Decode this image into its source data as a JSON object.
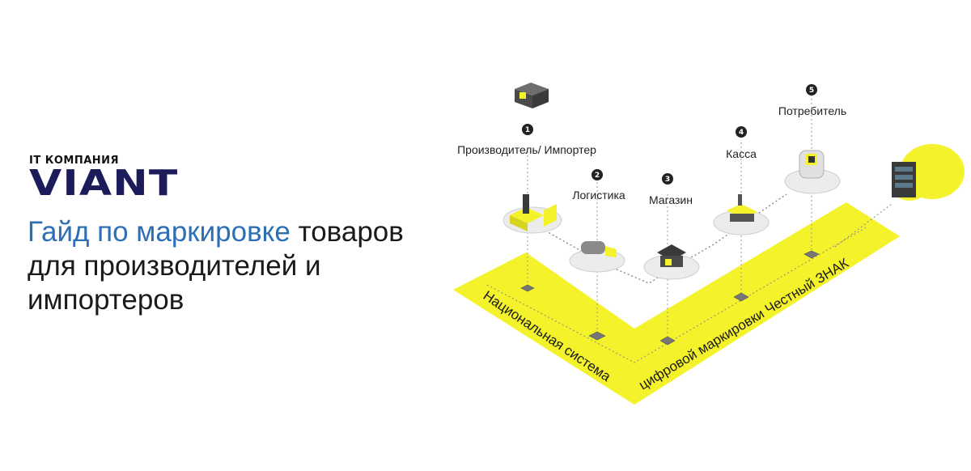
{
  "logo": {
    "subtitle": "IT КОМПАНИЯ",
    "name": "VIANT"
  },
  "headline": {
    "accent": "Гайд по маркировке",
    "rest_line1": " товаров",
    "line2": "для производителей и",
    "line3": "импортеров"
  },
  "steps": [
    {
      "number": "1",
      "label": "Производитель/ Импортер"
    },
    {
      "number": "2",
      "label": "Логистика"
    },
    {
      "number": "3",
      "label": "Магазин"
    },
    {
      "number": "4",
      "label": "Касса"
    },
    {
      "number": "5",
      "label": "Потребитель"
    }
  ],
  "band": {
    "left_text": "Национальная система",
    "right_text": "цифровой маркировки Честный ЗНАК"
  },
  "colors": {
    "band": "#f4f22a",
    "accent": "#2c6fb5",
    "logo": "#1c1c5a"
  }
}
